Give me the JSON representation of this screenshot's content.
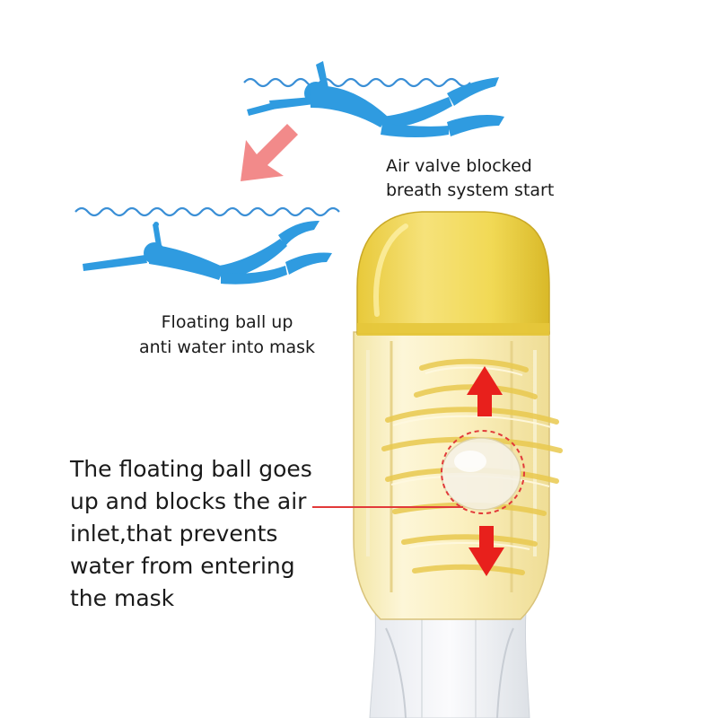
{
  "captions": {
    "top": [
      "Air valve blocked",
      "breath system start"
    ],
    "middle": [
      "Floating ball up",
      "anti water into mask"
    ],
    "main": [
      "The floating ball goes",
      "up and blocks the air",
      "inlet,that prevents",
      "water from entering",
      "the mask"
    ]
  },
  "colors": {
    "water": "#3a8fd6",
    "diver": "#2f9be0",
    "arrow_pink": "#f28a8a",
    "arrow_red": "#e8201c",
    "cap_yellow": "#f3dc56",
    "body_tint": "#fbf1c4",
    "dashed_circle": "#e23a3a",
    "pointer_line": "#e23a3a"
  },
  "icons": {
    "diver_top": "swimmer-icon",
    "diver_bottom": "swimmer-icon",
    "transition_arrow": "arrow-down-left-icon",
    "float_up": "arrow-up-icon",
    "float_down": "arrow-down-icon"
  }
}
